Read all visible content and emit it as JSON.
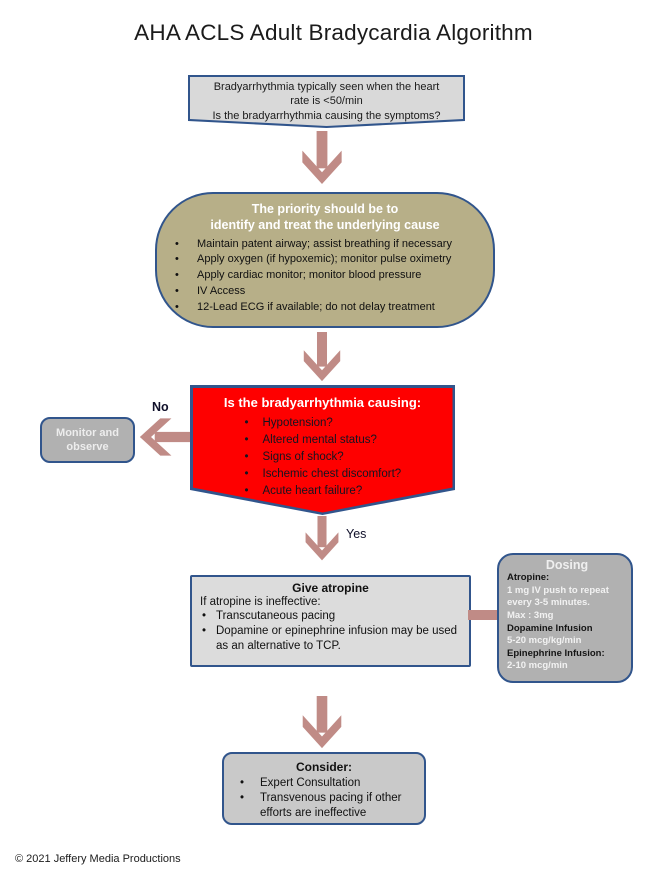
{
  "title": "AHA ACLS Adult Bradycardia Algorithm",
  "footer": "© 2021   Jeffery Media Productions",
  "labels": {
    "no": "No",
    "yes": "Yes"
  },
  "start_box": {
    "line1": "Bradyarrhythmia typically seen when the heart",
    "line2": "rate is <50/min",
    "line3": "Is the bradyarrhythmia causing the symptoms?"
  },
  "priority_box": {
    "title_line1": "The priority should be to",
    "title_line2": "identify and treat the underlying cause",
    "bullets": [
      "Maintain patent airway; assist breathing if necessary",
      "Apply oxygen (if hypoxemic); monitor pulse oximetry",
      "Apply cardiac monitor;  monitor blood pressure",
      "IV Access",
      "12-Lead ECG if available;  do not delay treatment"
    ]
  },
  "decision_box": {
    "title": "Is the bradyarrhythmia causing:",
    "bullets": [
      "Hypotension?",
      "Altered mental status?",
      "Signs of shock?",
      "Ischemic chest  discomfort?",
      "Acute heart failure?"
    ]
  },
  "monitor_box": {
    "text": "Monitor and observe"
  },
  "atropine_box": {
    "title": "Give atropine",
    "subtitle": "If atropine is ineffective:",
    "bullets": [
      "Transcutaneous pacing",
      "Dopamine or epinephrine infusion may be used as an alternative to TCP."
    ]
  },
  "dosing_box": {
    "title": "Dosing",
    "lines": [
      {
        "text": "Atropine:",
        "tone": "dark"
      },
      {
        "text": "1 mg IV push to repeat",
        "tone": "light"
      },
      {
        "text": "every 3-5 minutes.",
        "tone": "light"
      },
      {
        "text": "Max : 3mg",
        "tone": "light"
      },
      {
        "text": "Dopamine Infusion",
        "tone": "dark"
      },
      {
        "text": "5-20 mcg/kg/min",
        "tone": "light"
      },
      {
        "text": "Epinephrine Infusion:",
        "tone": "dark"
      },
      {
        "text": "2-10 mcg/min",
        "tone": "light"
      }
    ]
  },
  "consider_box": {
    "title": "Consider:",
    "bullets": [
      "Expert Consultation",
      "Transvenous pacing if other efforts are ineffective"
    ]
  },
  "colors": {
    "accent_border": "#31558c",
    "arrow": "#c08b86",
    "priority_fill": "#b7af88",
    "decision_fill": "#fe0000",
    "gray_dark_fill": "#b1b1b1",
    "gray_light_fill": "#dcdcdc",
    "start_fill": "#d9d9d9",
    "consider_fill": "#c9c9c9"
  }
}
